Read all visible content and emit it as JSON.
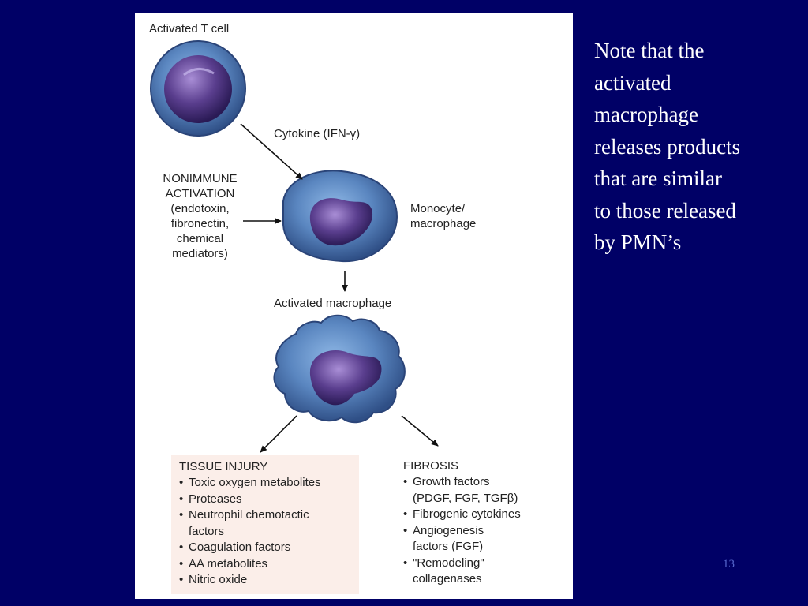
{
  "diagram": {
    "t_cell_label": "Activated T cell",
    "cytokine_label": "Cytokine (IFN-γ)",
    "nonimmune_lines": [
      "NONIMMUNE",
      "ACTIVATION",
      "(endotoxin,",
      "fibronectin,",
      "chemical",
      "mediators)"
    ],
    "monocyte_lines": [
      "Monocyte/",
      "macrophage"
    ],
    "activated_macrophage_label": "Activated macrophage",
    "tissue_injury": {
      "heading": "TISSUE INJURY",
      "items": [
        [
          "Toxic oxygen metabolites"
        ],
        [
          "Proteases"
        ],
        [
          "Neutrophil chemotactic",
          "factors"
        ],
        [
          "Coagulation factors"
        ],
        [
          "AA metabolites"
        ],
        [
          "Nitric oxide"
        ]
      ]
    },
    "fibrosis": {
      "heading": "FIBROSIS",
      "items": [
        [
          "Growth factors",
          "(PDGF, FGF, TGFβ)"
        ],
        [
          "Fibrogenic cytokines"
        ],
        [
          "Angiogenesis",
          "factors (FGF)"
        ],
        [
          "\"Remodeling\"",
          "collagenases"
        ]
      ]
    },
    "colors": {
      "cell_outer": "#3a5f9a",
      "cell_inner": "#6a9ad0",
      "nucleus": "#4a3070",
      "nucleus_highlight": "#8a6aba",
      "box_fill": "#fbeee9"
    }
  },
  "note": {
    "text": "Note that the\nactivated\nmacrophage\nreleases products\nthat are similar\nto those released\nby PMN’s"
  },
  "slide_number": "13"
}
